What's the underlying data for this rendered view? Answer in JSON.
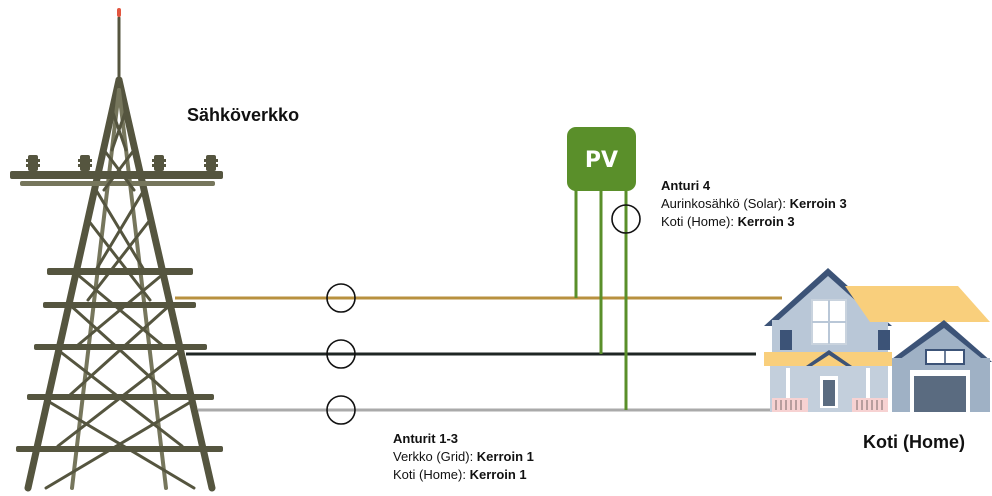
{
  "grid_label": "Sähköverkko",
  "home_label": "Koti (Home)",
  "pv_label": "PV",
  "sensor4": {
    "title": "Anturi 4",
    "line1_text": "Aurinkosähkö (Solar): ",
    "line1_factor": "Kerroin 3",
    "line2_text": "Koti (Home): ",
    "line2_factor": "Kerroin 3"
  },
  "sensors13": {
    "title": "Anturit 1-3",
    "line1_text": "Verkko (Grid): ",
    "line1_factor": "Kerroin 1",
    "line2_text": "Koti (Home): ",
    "line2_factor": "Kerroin 1"
  },
  "colors": {
    "tower": "#55553f",
    "tower_light": "#76765c",
    "line_l1": "#b8913f",
    "line_l2": "#1f2624",
    "line_l3": "#aaaaaa",
    "pv_green": "#5a8f2a",
    "roof": "#f9cf7c",
    "roof_dark": "#3c5377",
    "wall": "#b9c7d7",
    "wall_dark": "#8e9fb3"
  }
}
